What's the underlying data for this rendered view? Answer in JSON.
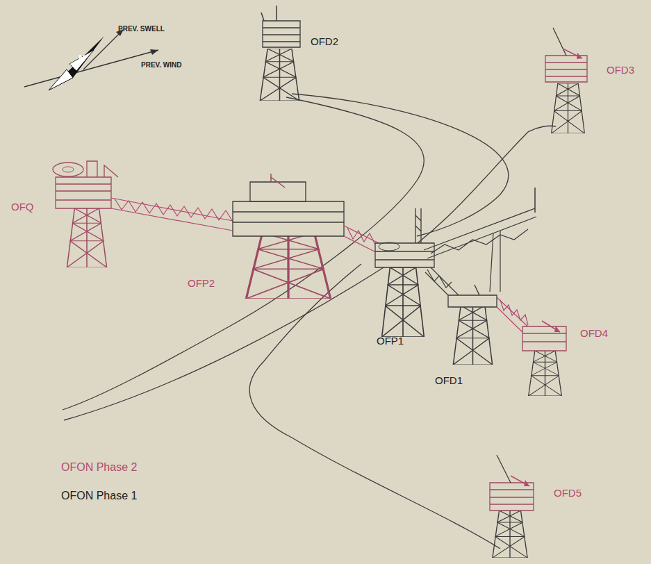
{
  "diagram": {
    "labels": [
      "PREV. SWELL",
      "PREV. WIND",
      "N",
      "OFD2",
      "OFD3",
      "OFQ",
      "OFP2",
      "OFP1",
      "OFD1",
      "OFD4",
      "OFD5"
    ],
    "legend": [
      {
        "text": "OFON Phase 2",
        "color": "#b24a70"
      },
      {
        "text": "OFON Phase 1",
        "color": "#222222"
      }
    ]
  }
}
